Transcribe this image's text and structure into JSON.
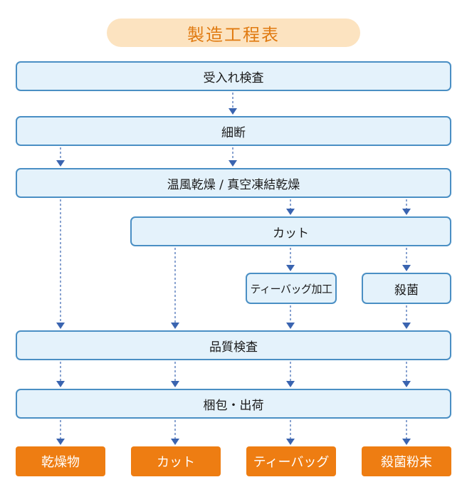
{
  "title": "製造工程表",
  "steps": {
    "receiving_inspection": "受入れ検査",
    "shredding": "細断",
    "drying": "温風乾燥 / 真空凍結乾燥",
    "cut": "カット",
    "tea_bag_processing": "ティーバッグ加工",
    "sterilization": "殺菌",
    "quality_inspection": "品質検査",
    "packing_shipping": "梱包・出荷"
  },
  "products": [
    "乾燥物",
    "カット",
    "ティーバッグ",
    "殺菌粉末"
  ],
  "colors": {
    "title_bg": "#fce3c0",
    "title_text": "#e07a10",
    "step_fill": "#e4f2fb",
    "step_border": "#4a8fc4",
    "arrow": "#3a64b0",
    "product_fill": "#ee7d12"
  }
}
